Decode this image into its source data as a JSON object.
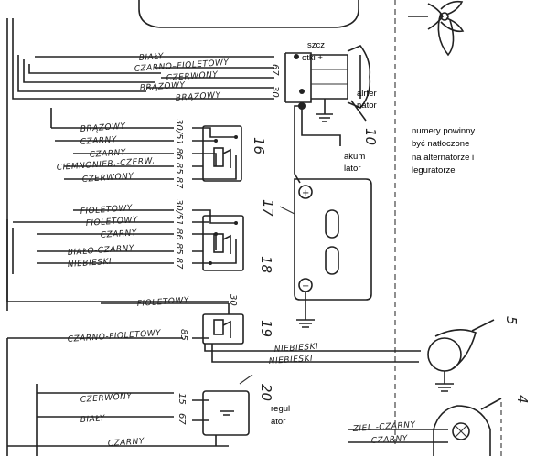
{
  "wire_labels": {
    "bialy_top": "BIAŁY",
    "czarno_fioletowy_top": "CZARNO–FIOLETOWY",
    "czerwony_top": "CZERWONY",
    "brazowy_1": "BRĄZOWY",
    "brazowy_2": "BRĄZOWY",
    "brazowy_3": "BRĄZOWY",
    "czarny_1": "CZARNY",
    "czarny_2": "CZARNY",
    "ciemnoniebieski": "CIEMNONIEB.-CZERW.",
    "czerwony_2": "CZERWONY",
    "fioletowy_1": "FIOLETOWY",
    "fioletowy_2": "FIOLETOWY",
    "czarny_3": "CZARNY",
    "bialo_czarny": "BIAŁO-CZARNY",
    "niebieski_1": "NIEBIESKI",
    "fioletowy_3": "FIOLETOWY",
    "czarno_fioletowy_2": "CZARNO-FIOLETOWY",
    "niebieski_2": "NIEBIESKI",
    "niebieski_3": "NIEBIESKI",
    "czerwony_3": "CZERWONY",
    "bialy_2": "BIAŁY",
    "czarny_4": "CZARNY",
    "ziel_czarny": "ZIEL.-CZARNY",
    "czarny_5": "CZARNY"
  },
  "terminals": {
    "t67_top": "67",
    "t30_top": "30",
    "relay16_pins": "30/51 86 85 87",
    "relay18_pins": "30/51 86 85 87",
    "t30_mid": "30",
    "t85": "85",
    "t15": "15",
    "t67_bottom": "67"
  },
  "component_numbers": {
    "n10": "10",
    "n16": "16",
    "n17": "17",
    "n18": "18",
    "n19": "19",
    "n20": "20",
    "n5": "5",
    "n4": "4"
  },
  "annotations": {
    "szczotki_line1": "szcz",
    "szczotki_line2": "otki +",
    "alternator_line1": "alrter",
    "alternator_line2": "nator",
    "akumulator_line1": "akum",
    "akumulator_line2": "lator",
    "note_line1": "numery powinny",
    "note_line2": "być natłoczone",
    "note_line3": "na alternatorze  i",
    "note_line4": "leguratorze",
    "regulator_line1": "regul",
    "regulator_line2": "ator"
  },
  "symbols": {
    "plus": "+",
    "minus": "−"
  }
}
